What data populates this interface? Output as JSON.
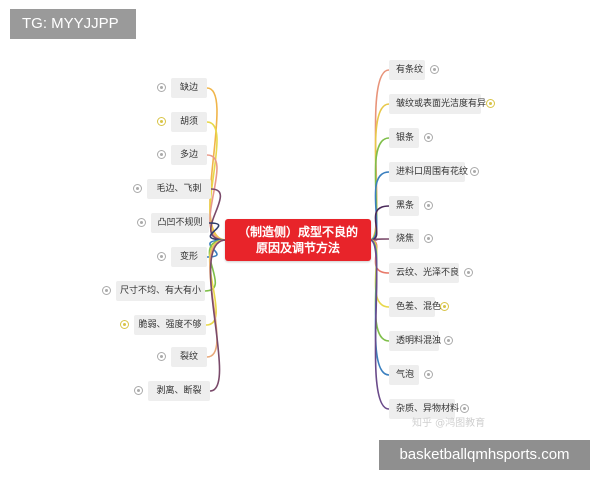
{
  "overlay_top": "TG: MYYJJPP",
  "overlay_bottom": "basketballqmhsports.com",
  "watermark": "知乎 @鸿图教育",
  "center_node": {
    "line1": "（制造侧）成型不良的",
    "line2": "原因及调节方法",
    "color": "#e8242a"
  },
  "left_branches": [
    {
      "label": "缺边",
      "color": "#f0b54a"
    },
    {
      "label": "胡须",
      "color": "#e8d84a"
    },
    {
      "label": "多边",
      "color": "#e89a8a"
    },
    {
      "label": "毛边、飞刺",
      "color": "#7a4a6a"
    },
    {
      "label": "凸凹不规则",
      "color": "#2e3e6a"
    },
    {
      "label": "变形",
      "color": "#3a7fbf"
    },
    {
      "label": "尺寸不均、有大有小",
      "color": "#7fbf4a"
    },
    {
      "label": "脆弱、强度不够",
      "color": "#e8d84a"
    },
    {
      "label": "裂纹",
      "color": "#e8a87a"
    },
    {
      "label": "剥离、断裂",
      "color": "#7a4a6a"
    }
  ],
  "right_branches": [
    {
      "label": "有条纹",
      "color": "#e8947a"
    },
    {
      "label": "皱纹或表面光洁度有异",
      "color": "#e8c84a"
    },
    {
      "label": "银条",
      "color": "#7fbf4a"
    },
    {
      "label": "进料口周围有花纹",
      "color": "#3a7fbf"
    },
    {
      "label": "黑条",
      "color": "#4a2a5a"
    },
    {
      "label": "烧焦",
      "color": "#7a4a6a"
    },
    {
      "label": "云纹、光泽不良",
      "color": "#e87a6a"
    },
    {
      "label": "色差、混色",
      "color": "#e8d84a"
    },
    {
      "label": "透明料混浊",
      "color": "#7fbf4a"
    },
    {
      "label": "气泡",
      "color": "#3a7fbf"
    },
    {
      "label": "杂质、异物材料",
      "color": "#6a4a8a"
    }
  ]
}
